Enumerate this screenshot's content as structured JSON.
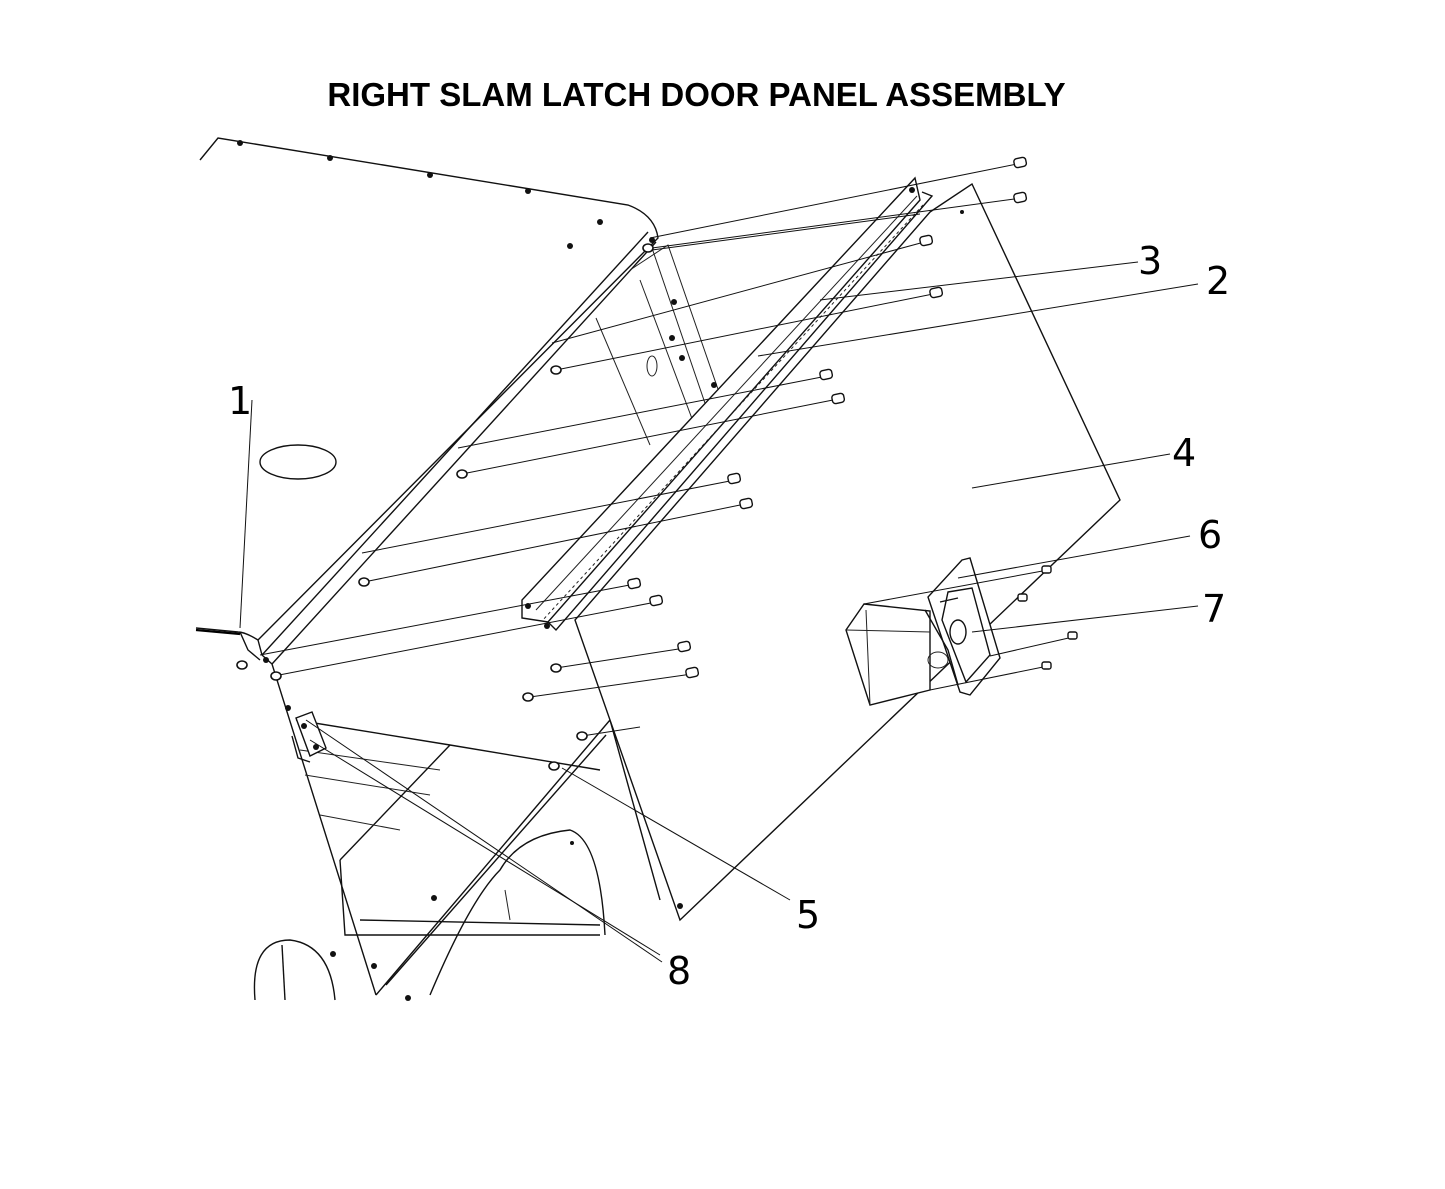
{
  "title": "RIGHT SLAM LATCH DOOR PANEL ASSEMBLY",
  "callouts": [
    {
      "id": "1",
      "label": "1"
    },
    {
      "id": "2",
      "label": "2"
    },
    {
      "id": "3",
      "label": "3"
    },
    {
      "id": "4",
      "label": "4"
    },
    {
      "id": "5",
      "label": "5"
    },
    {
      "id": "6",
      "label": "6"
    },
    {
      "id": "7",
      "label": "7"
    },
    {
      "id": "8",
      "label": "8"
    }
  ],
  "colors": {
    "line": "#000000",
    "background": "#ffffff"
  }
}
